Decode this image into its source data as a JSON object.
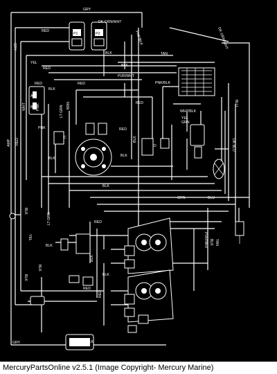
{
  "caption": "MercuryPartsOnline v2.5.1 (Image Copyright- Mercury Marine)",
  "colors": {
    "background": "#000000",
    "wire": "#ffffff",
    "caption_bg": "#ffffff"
  },
  "wire_labels": {
    "gry_top": "GRY",
    "dk_grn_wht": "DK GRN/WHT",
    "pnk_blk_top": "PNK/BLK",
    "dk_grn_wht_right": "DK GRN/WHT",
    "red_top": "RED",
    "gry_left": "GRY",
    "blk_a": "BLK",
    "yel_left": "YEL",
    "tan": "TAN",
    "blk_pur": "BLK",
    "red_a": "RED",
    "red_b": "RED",
    "pur_wht": "PUR/WHT",
    "wht": "WHT",
    "pnk": "PNK",
    "red_c": "RED",
    "blk_c": "BLK",
    "pnk_blk_mid": "PNK/BLK",
    "wht_blk": "WHT/BLK",
    "yel_mid": "YEL",
    "grn": "GRN",
    "lt_grn": "LT GRN",
    "brn": "BRN",
    "blu": "BLU",
    "dk_blu": "DK BLU",
    "pnk_left": "PNK",
    "blk_d": "BLK",
    "red_d": "RED",
    "red_e": "RED",
    "blk_e": "BLK",
    "amp": "AMP",
    "red_left": "RED",
    "blk_f": "BLK",
    "grn_mid": "GRN",
    "blu_mid": "BLU",
    "lt_grn_low": "LT GRN",
    "red_f": "RED",
    "blk_g": "BLK",
    "yel_low": "YEL",
    "blk_h": "BLK",
    "blk_i": "BLK",
    "pur_wht_right": "PUR/WHT",
    "blk_right": "BLK",
    "tan_right": "TAN",
    "blk_j": "BLK",
    "red_g": "RED",
    "blk_k": "BLK",
    "gry_bottom": "GRY",
    "blk_bottom": "BLK",
    "blk_l": "BLK",
    "red_h": "RED",
    "blk_m": "BLK"
  },
  "connector_labels": {
    "p1": "P1",
    "p2": "P2",
    "pin_a": "A",
    "pin_b": "B",
    "pin_c": "C",
    "pin_d": "D"
  }
}
